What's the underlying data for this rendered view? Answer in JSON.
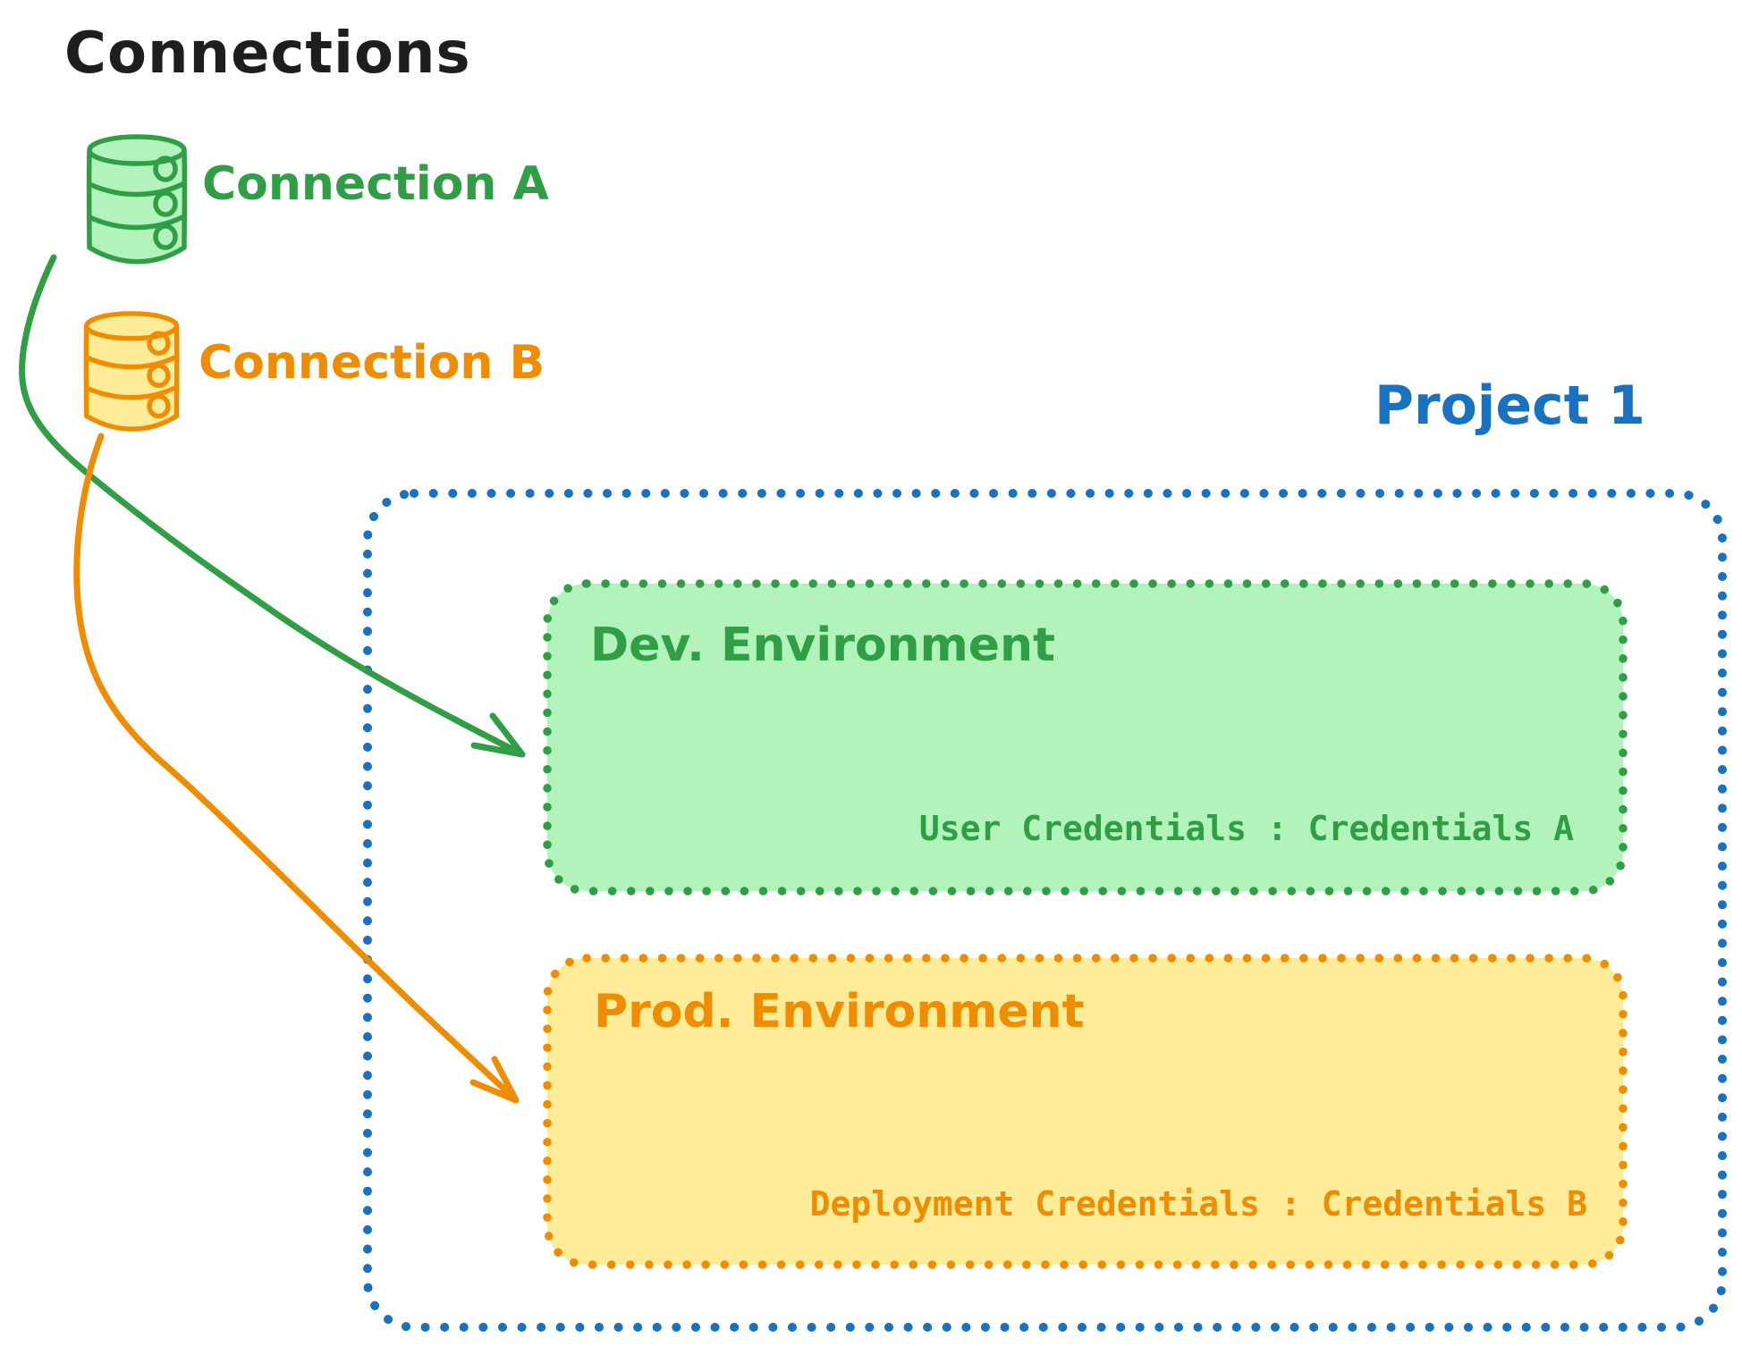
{
  "title": "Connections",
  "connections": [
    {
      "label": "Connection A",
      "icon": "database-icon",
      "color": "#2f9e44",
      "fill": "#b2f2bb"
    },
    {
      "label": "Connection B",
      "icon": "database-icon",
      "color": "#f08c00",
      "fill": "#ffec99"
    }
  ],
  "project": {
    "label": "Project 1",
    "color": "#1971c2",
    "environments": [
      {
        "name": "Dev. Environment",
        "credentials_text": "User Credentials : Credentials A",
        "color": "#2f9e44",
        "fill": "#b2f2bb",
        "source_connection": "Connection A"
      },
      {
        "name": "Prod. Environment",
        "credentials_text": "Deployment Credentials : Credentials B",
        "color": "#f08c00",
        "fill": "#ffec99",
        "source_connection": "Connection B"
      }
    ]
  }
}
